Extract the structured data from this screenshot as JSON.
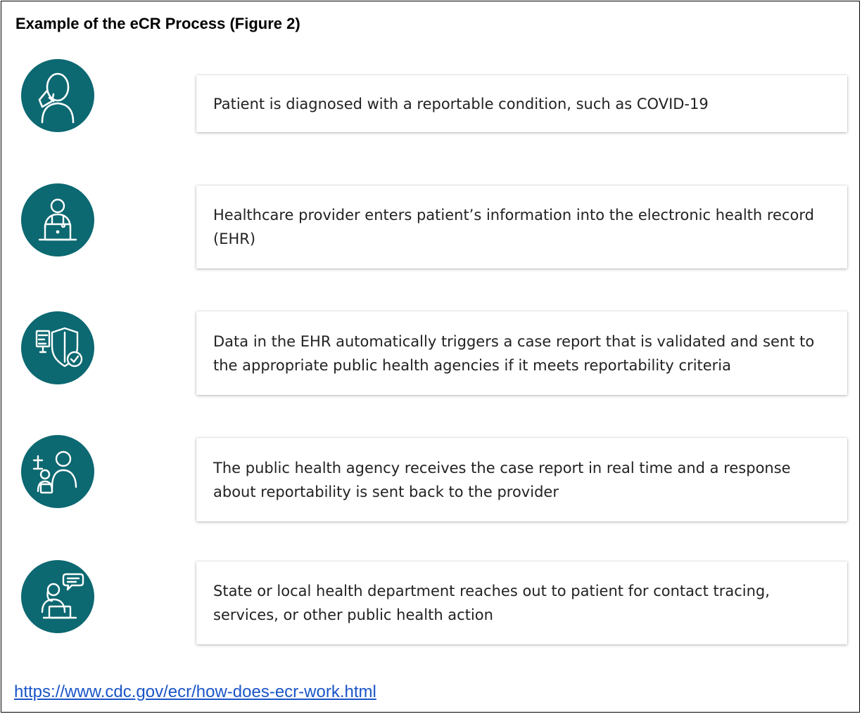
{
  "figure": {
    "title": "Example of the eCR Process (Figure 2)"
  },
  "steps": [
    {
      "icon": "patient-sick-icon",
      "text": "Patient is diagnosed with a reportable condition, such as COVID-19"
    },
    {
      "icon": "provider-laptop-icon",
      "text": "Healthcare provider enters patient’s information into the electronic health record (EHR)"
    },
    {
      "icon": "data-shield-check-icon",
      "text": "Data in the EHR automatically triggers a case report that is validated and sent to the appropriate public health agencies if it meets reportability criteria"
    },
    {
      "icon": "agency-report-icon",
      "text": "The public health agency receives the case report in real time and a response about reportability is sent back to the provider"
    },
    {
      "icon": "health-worker-chat-icon",
      "text": "State or local health department reaches out to patient for contact tracing, services, or other public health action"
    }
  ],
  "source": {
    "url": "https://www.cdc.gov/ecr/how-does-ecr-work.html"
  },
  "colors": {
    "icon_background": "#0c6871",
    "icon_stroke": "#ffffff",
    "link": "#1a55c8"
  }
}
